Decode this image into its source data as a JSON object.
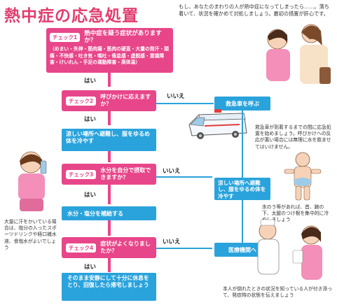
{
  "title": "熱中症の応急処置",
  "intro": "もし、あなたのまわりの人が熱中症になってしまったら……。落ち着いて、状況を確かめて対処しましょう。最初の措置が肝心です。",
  "checks": [
    {
      "label": "チェック1",
      "question": "熱中症を疑う症状がありますか？",
      "detail": "（めまい・失神・筋肉痛・筋肉の硬直・大量の発汗・頭痛・不快感・吐き気・嘔吐・倦怠感・虚脱感・意識障害・けいれん・手足の運動障害・高体温）"
    },
    {
      "label": "チェック2",
      "question": "呼びかけに応えますか？"
    },
    {
      "label": "チェック3",
      "question": "水分を自分で摂取できますか？"
    },
    {
      "label": "チェック4",
      "question": "症状がよくなりましたか？"
    }
  ],
  "yes_label": "はい",
  "no_label": "いいえ",
  "actions": {
    "cool_down": "涼しい場所へ避難し、服をゆるめ体を冷やす",
    "hydrate": "水分・塩分を補給する",
    "rest": "そのまま安静にして十分に休息をとり、回復したら帰宅しましょう",
    "ambulance": "救急車を呼ぶ",
    "cool_down_right": "涼しい場所へ避難し、服をゆるめ体を冷やす",
    "hospital": "医療機関へ"
  },
  "notes": {
    "ambulance_note": "救急車が到着するまでの間に応急処置を始めましょう。呼びかけへの反応が悪い場合には無理に水を飲ませてはいけません。",
    "cooling_note": "氷のう等があれば、首、腋の下、太腿のつけ根を集中的に冷やしましょう",
    "drink_note": "大量に汗をかいている場合は、塩分の入ったスポーツドリンクや経口補水液、食塩水がよいでしょう",
    "hospital_note": "本人が倒れたときの状況を知っている人が付き添って、発症時の状態を伝えましょう"
  },
  "colors": {
    "pink": "#e8468a",
    "blue": "#2aa3dc",
    "title": "#e23d6e"
  }
}
